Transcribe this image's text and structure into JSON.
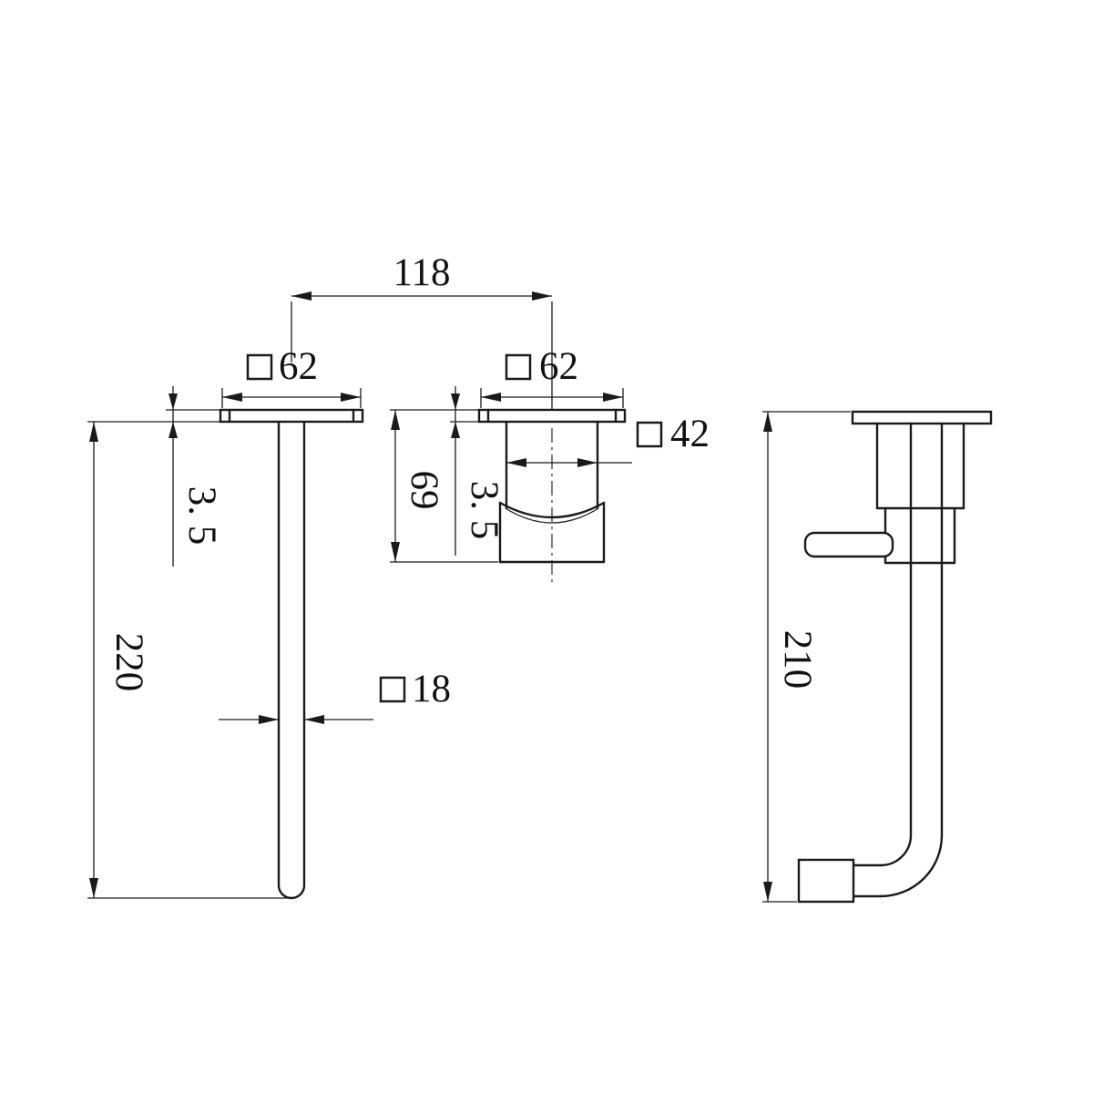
{
  "drawing": {
    "background": "#ffffff",
    "line_color": "#1a1a1a"
  },
  "dims": {
    "center_distance": "118",
    "spout_flange_width": "62",
    "valve_flange_width": "62",
    "valve_body_width": "42",
    "spout_flange_thickness": "3. 5",
    "valve_flange_thickness": "3. 5",
    "valve_height": "69",
    "spout_length": "220",
    "spout_tube_width": "18",
    "side_height": "210"
  },
  "symbols": {
    "square_section": "□"
  }
}
